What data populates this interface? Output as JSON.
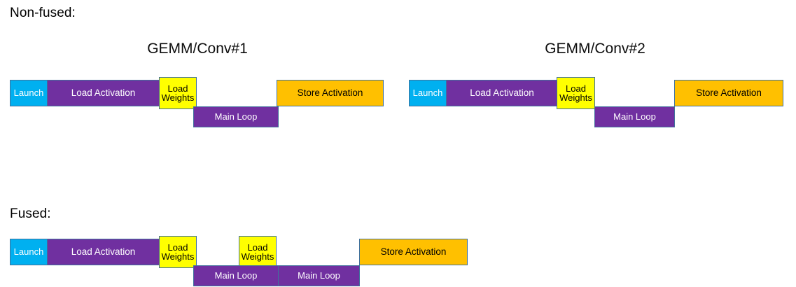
{
  "palette": {
    "launch": "#00B0F0",
    "load_activation": "#7030A0",
    "load_weights": "#FFFF00",
    "main_loop": "#7030A0",
    "store_activation": "#FFC000",
    "border": "#41719C",
    "background": "#FFFFFF",
    "text_dark": "#000000",
    "text_light": "#FFFFFF"
  },
  "sections": [
    {
      "label": "Non-fused:",
      "group_titles": [
        "GEMM/Conv#1",
        "GEMM/Conv#2"
      ],
      "bars": [
        {
          "name": "launch",
          "label": "Launch"
        },
        {
          "name": "load-activation",
          "label": "Load Activation"
        },
        {
          "name": "load-weights",
          "label": "Load\nWeights"
        },
        {
          "name": "main-loop",
          "label": "Main Loop"
        },
        {
          "name": "store-activation",
          "label": "Store Activation"
        },
        {
          "name": "launch",
          "label": "Launch"
        },
        {
          "name": "load-activation",
          "label": "Load Activation"
        },
        {
          "name": "load-weights",
          "label": "Load\nWeights"
        },
        {
          "name": "main-loop",
          "label": "Main Loop"
        },
        {
          "name": "store-activation",
          "label": "Store Activation"
        }
      ]
    },
    {
      "label": "Fused:",
      "group_titles": [],
      "bars": [
        {
          "name": "launch",
          "label": "Launch"
        },
        {
          "name": "load-activation",
          "label": "Load Activation"
        },
        {
          "name": "load-weights",
          "label": "Load\nWeights"
        },
        {
          "name": "load-weights",
          "label": "Load\nWeights"
        },
        {
          "name": "main-loop",
          "label": "Main Loop"
        },
        {
          "name": "main-loop",
          "label": "Main Loop"
        },
        {
          "name": "store-activation",
          "label": "Store Activation"
        }
      ]
    }
  ],
  "labels": {
    "non_fused": "Non-fused:",
    "fused": "Fused:",
    "gemm_conv_1": "GEMM/Conv#1",
    "gemm_conv_2": "GEMM/Conv#2",
    "launch": "Launch",
    "load_activation": "Load Activation",
    "load_weights": "Load\nWeights",
    "main_loop": "Main Loop",
    "store_activation": "Store Activation"
  }
}
